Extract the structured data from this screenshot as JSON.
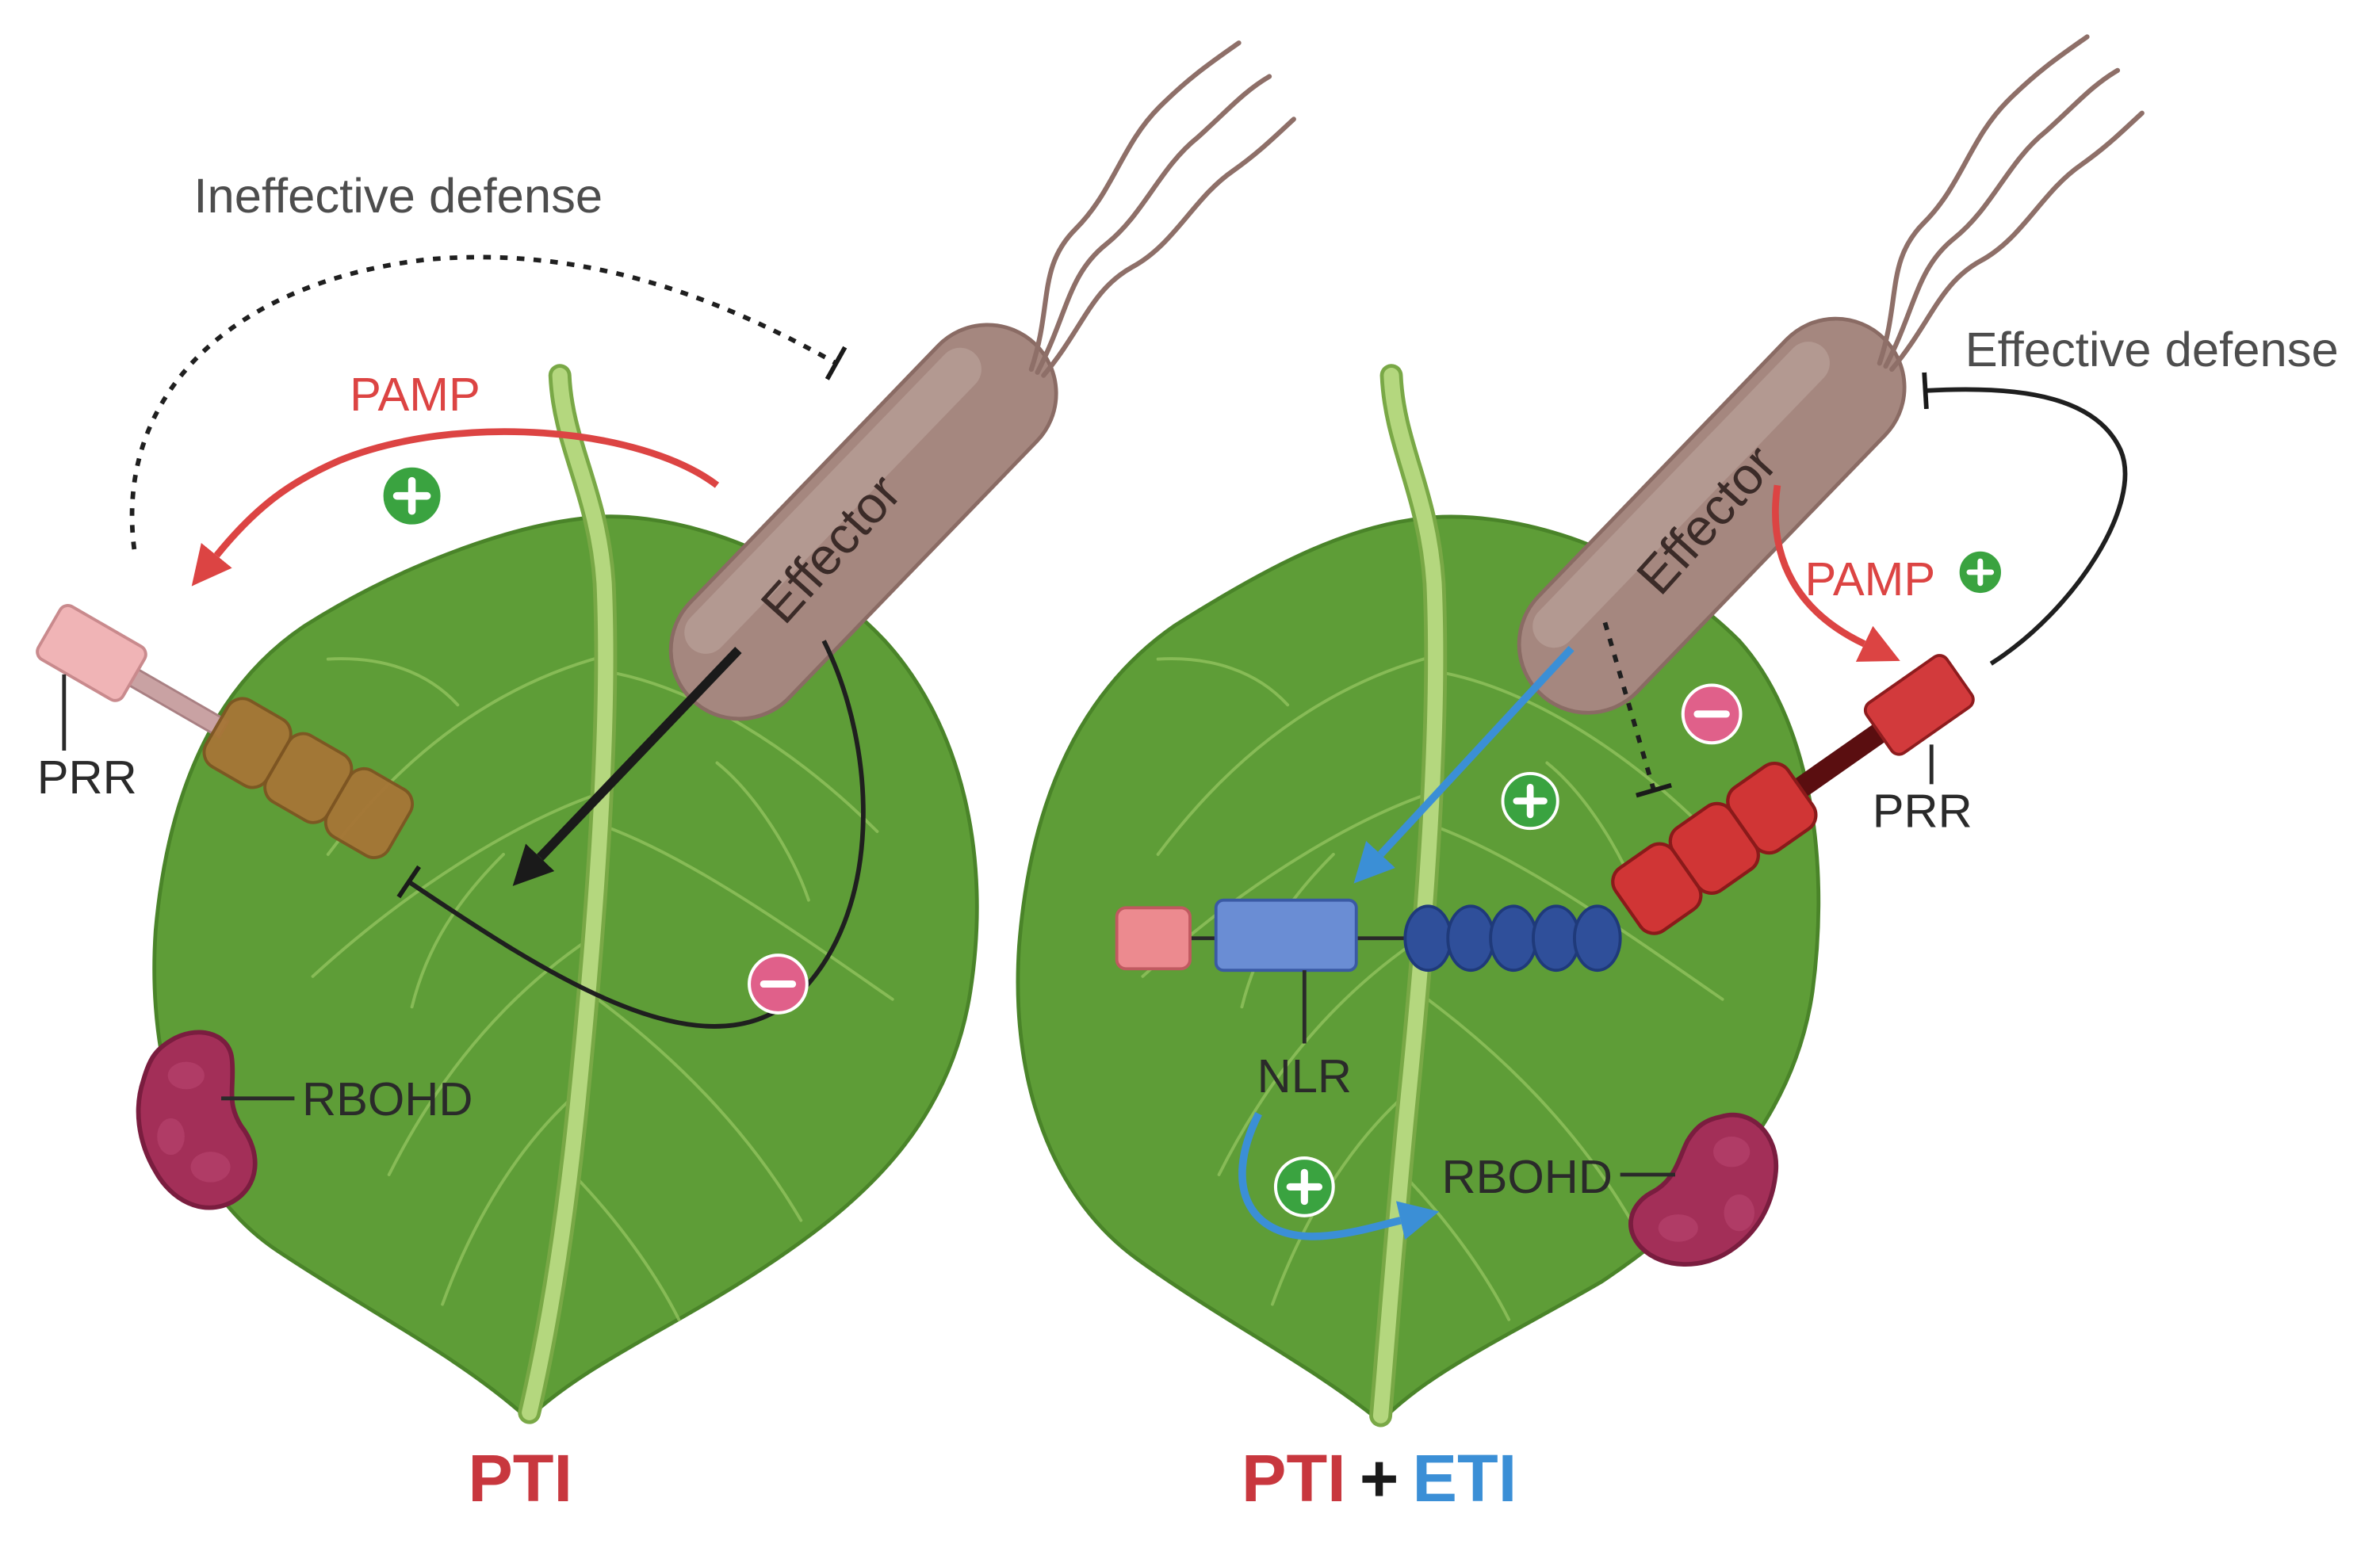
{
  "left_panel": {
    "title": "PTI",
    "defense_label": "Ineffective defense",
    "pamp_label": "PAMP",
    "effector_label": "Effector",
    "prr_label": "PRR",
    "rbohd_label": "RBOHD"
  },
  "right_panel": {
    "title": {
      "pti": "PTI",
      "plus": "+",
      "eti": "ETI"
    },
    "defense_label": "Effective defense",
    "pamp_label": "PAMP",
    "effector_label": "Effector",
    "prr_label": "PRR",
    "nlr_label": "NLR",
    "rbohd_label": "RBOHD"
  },
  "icons": {
    "activation": "plus-circle-icon",
    "inhibition": "minus-circle-icon"
  },
  "colors": {
    "pti": "#c8373e",
    "eti": "#3b8fd6",
    "pamp": "#dc4443",
    "leaf": "#5e9d37",
    "bacterium": "#a5877f",
    "rbohd": "#a32f58",
    "activation": "#3aa340",
    "inhibition": "#e0608a"
  }
}
